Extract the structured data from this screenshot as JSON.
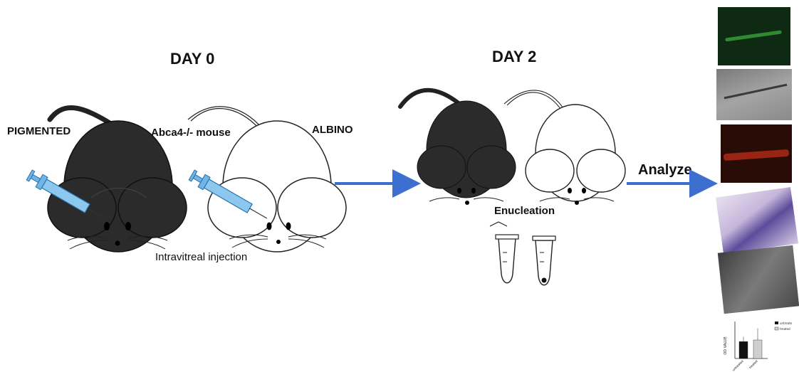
{
  "labels": {
    "day0": "DAY 0",
    "day2": "DAY 2",
    "pigmented": "PIGMENTED",
    "mouse_model": "Abca4-/- mouse",
    "albino": "ALBINO",
    "injection": "Intravitreal injection",
    "enucleation": "Enucleation",
    "analyze": "Analyze"
  },
  "colors": {
    "pigmented_fur": "#2a2a2a",
    "albino_fur": "#ffffff",
    "arrow": "#3d6fd1",
    "syringe": "#6fb6e6"
  },
  "panels": [
    {
      "name": "fluorescence-green-panel",
      "color": "#0e2a12"
    },
    {
      "name": "brightfield-panel",
      "color": "#8a8a8a"
    },
    {
      "name": "fluorescence-red-panel",
      "color": "#2a0c06"
    },
    {
      "name": "histology-panel",
      "color": "#c9b6d9"
    },
    {
      "name": "electron-micrograph-panel",
      "color": "#5a5a5a"
    }
  ],
  "chart_data": {
    "type": "bar",
    "categories": [
      "untreated",
      "treated"
    ],
    "ylabel": "OD VALUE",
    "series": [
      {
        "name": "untreated",
        "values": [
          320000
        ]
      },
      {
        "name": "treated",
        "values": [
          350000
        ]
      }
    ],
    "error": [
      90000,
      220000
    ],
    "legend": "top-right",
    "colors": [
      "#111111",
      "#cfcfcf"
    ]
  }
}
